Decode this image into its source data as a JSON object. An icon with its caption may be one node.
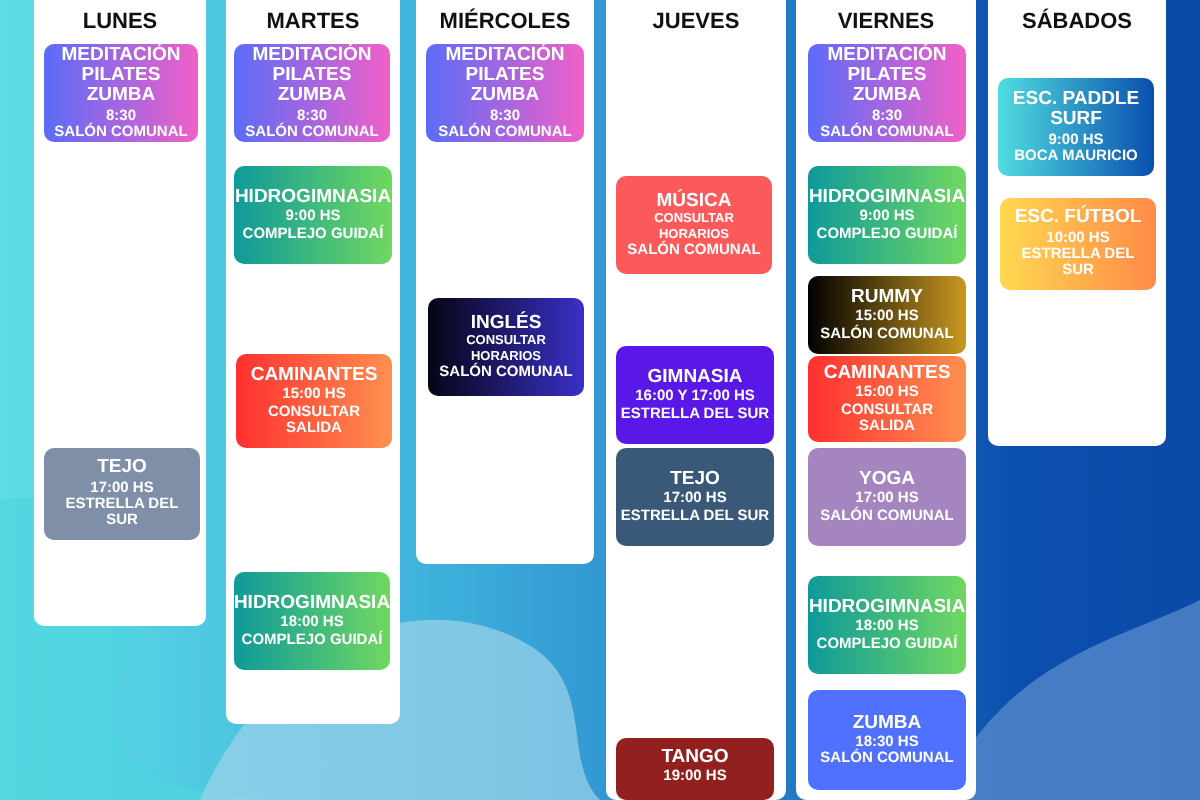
{
  "diagram": {
    "nodes": [
      {
        "text": [
          "LUNES"
        ]
      },
      {
        "text": [
          "MEDITACIÓN PILATES ZUMBA",
          "8:30",
          "SALÓN COMUNAL"
        ],
        "in": 0
      },
      {
        "text": [
          "TEJO",
          "17:00 HS",
          "ESTRELLA DEL SUR"
        ],
        "in": 0
      },
      {
        "text": [
          "MARTES"
        ]
      },
      {
        "text": [
          "MEDITACIÓN PILATES ZUMBA",
          "8:30",
          "SALÓN COMUNAL"
        ],
        "in": 3
      },
      {
        "text": [
          "HIDROGIMNASIA",
          "9:00 HS",
          "COMPLEJO GUIDAÍ"
        ],
        "in": 3
      },
      {
        "text": [
          "CAMINANTES",
          "15:00 HS",
          "CONSULTAR SALIDA"
        ],
        "in": 3
      },
      {
        "text": [
          "HIDROGIMNASIA",
          "18:00 HS",
          "COMPLEJO GUIDAÍ"
        ],
        "in": 3
      },
      {
        "text": [
          "MIÉRCOLES"
        ]
      },
      {
        "text": [
          "MEDITACIÓN PILATES ZUMBA",
          "8:30",
          "SALÓN COMUNAL"
        ],
        "in": 8
      },
      {
        "text": [
          "INGLÉS",
          "CONSULTAR HORARIOS",
          "SALÓN COMUNAL"
        ],
        "in": 8
      },
      {
        "text": [
          "JUEVES"
        ]
      },
      {
        "text": [
          "MÚSICA",
          "CONSULTAR HORARIOS",
          "SALÓN COMUNAL"
        ],
        "in": 11
      },
      {
        "text": [
          "GIMNASIA",
          "16:00 Y 17:00 HS",
          "ESTRELLA DEL SUR"
        ],
        "in": 11
      },
      {
        "text": [
          "TEJO",
          "17:00 HS",
          "ESTRELLA DEL SUR"
        ],
        "in": 11
      },
      {
        "text": [
          "TANGO",
          "19:00 HS"
        ],
        "in": 11
      },
      {
        "text": [
          "VIERNES"
        ]
      },
      {
        "text": [
          "MEDITACIÓN PILATES ZUMBA",
          "8:30",
          "SALÓN COMUNAL"
        ],
        "in": 16
      },
      {
        "text": [
          "HIDROGIMNASIA",
          "9:00 HS",
          "COMPLEJO GUIDAÍ"
        ],
        "in": 16
      },
      {
        "text": [
          "RUMMY",
          "15:00 HS",
          "SALÓN COMUNAL"
        ],
        "in": 16
      },
      {
        "text": [
          "CAMINANTES",
          "15:00 HS",
          "CONSULTAR SALIDA"
        ],
        "in": 16
      },
      {
        "text": [
          "YOGA",
          "17:00 HS",
          "SALÓN COMUNAL"
        ],
        "in": 16
      },
      {
        "text": [
          "HIDROGIMNASIA",
          "18:00 HS",
          "COMPLEJO GUIDAÍ"
        ],
        "in": 16
      },
      {
        "text": [
          "ZUMBA",
          "18:30 HS",
          "SALÓN COMUNAL"
        ],
        "in": 16
      },
      {
        "text": [
          "SÁBADOS"
        ]
      },
      {
        "text": [
          "ESC. PADDLE SURF",
          "9:00 HS",
          "BOCA  MAURICIO"
        ],
        "in": 24
      },
      {
        "text": [
          "ESC. FÚTBOL",
          "10:00 HS",
          "ESTRELLA DEL SUR"
        ],
        "in": 24
      }
    ]
  }
}
